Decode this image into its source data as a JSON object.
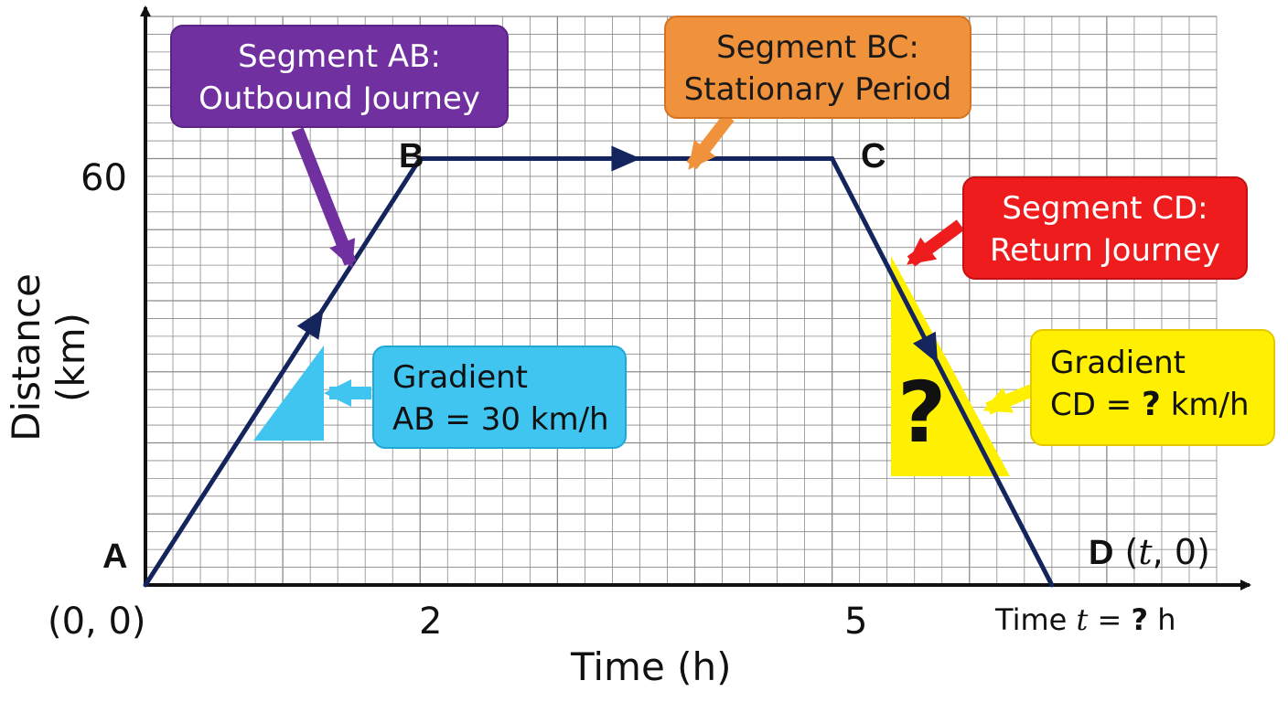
{
  "chart_data": {
    "type": "line",
    "title": "",
    "xlabel": "Time (h)",
    "ylabel": "Distance (km)",
    "x_ticks": [
      "(0, 0)",
      "2",
      "5"
    ],
    "y_ticks": [
      "60"
    ],
    "grid": true,
    "xlim": [
      0,
      7.8
    ],
    "ylim": [
      0,
      80
    ],
    "series": [
      {
        "points": [
          {
            "label": "A",
            "x": 0,
            "y": 0
          },
          {
            "label": "B",
            "x": 2,
            "y": 60
          },
          {
            "label": "C",
            "x": 5,
            "y": 60
          },
          {
            "label": "D",
            "x": 6.6,
            "y": 0
          }
        ]
      }
    ],
    "point_labels": {
      "A": "A",
      "B": "B",
      "C": "C",
      "D": "D"
    },
    "d_coords": {
      "t": "t",
      "rest": ", 0)",
      "open": "("
    },
    "time_t_label": {
      "prefix": "Time ",
      "var": "t",
      "eq": " = ",
      "q": "?",
      "unit": " h"
    },
    "triangle_question": "?",
    "colors": {
      "line": "#14245c",
      "grid": "#8a8a8a",
      "axis": "#111111",
      "segment_ab": "#7030a0",
      "segment_bc": "#f0913c",
      "segment_cd": "#ee1c1c",
      "gradient_ab": "#40c4f0",
      "gradient_cd": "#ffef00"
    }
  },
  "annotations": {
    "segment_ab": {
      "line1": "Segment AB:",
      "line2": "Outbound Journey"
    },
    "segment_bc": {
      "line1": "Segment BC:",
      "line2": "Stationary Period"
    },
    "segment_cd": {
      "line1": "Segment CD:",
      "line2": "Return Journey"
    },
    "gradient_ab": {
      "line1": "Gradient",
      "line2": "AB = 30 km/h"
    },
    "gradient_cd": {
      "line1": "Gradient",
      "line2_prefix": "CD = ",
      "line2_q": "?",
      "line2_suffix": " km/h"
    }
  }
}
